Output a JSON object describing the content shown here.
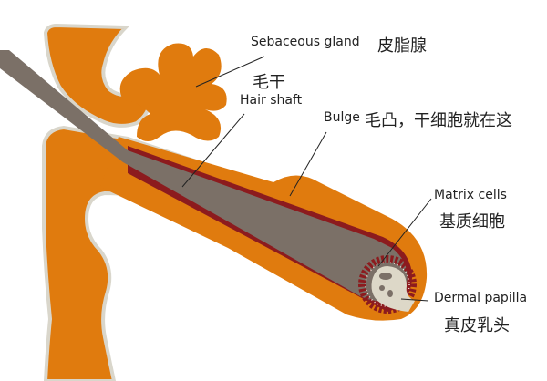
{
  "colors": {
    "tissue": "#e07b0e",
    "outline": "#d9d6cb",
    "hair": "#7b7067",
    "sheath": "#8c1b1e",
    "papilla": "#ddd8c8"
  },
  "labels": {
    "sebaceous_en": "Sebaceous gland",
    "sebaceous_zh": "皮脂腺",
    "hair_shaft_zh": "毛干",
    "hair_shaft_en": "Hair shaft",
    "bulge_en": "Bulge",
    "bulge_zh": "毛凸，干细胞就在这",
    "matrix_en": "Matrix cells",
    "matrix_zh": "基质细胞",
    "papilla_en": "Dermal papilla",
    "papilla_zh": "真皮乳头"
  }
}
